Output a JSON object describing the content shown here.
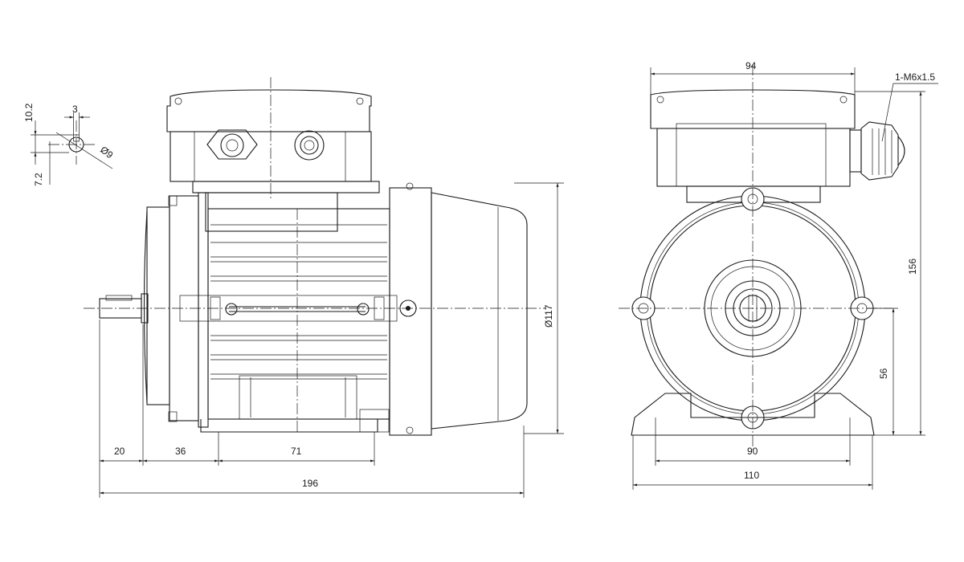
{
  "dimensions": {
    "keyway_height": "10.2",
    "keyway_width": "3",
    "shaft_diameter": "Ø9",
    "keyway_depth": "7.2",
    "shaft_length": "20",
    "flange_to_foot": "36",
    "foot_hole_spacing_side": "71",
    "overall_length": "196",
    "body_diameter": "Ø117",
    "terminal_box_width": "94",
    "cable_gland_thread": "1-M6x1.5",
    "overall_height": "156",
    "shaft_center_height": "56",
    "foot_hole_spacing_front": "90",
    "base_width": "110"
  }
}
